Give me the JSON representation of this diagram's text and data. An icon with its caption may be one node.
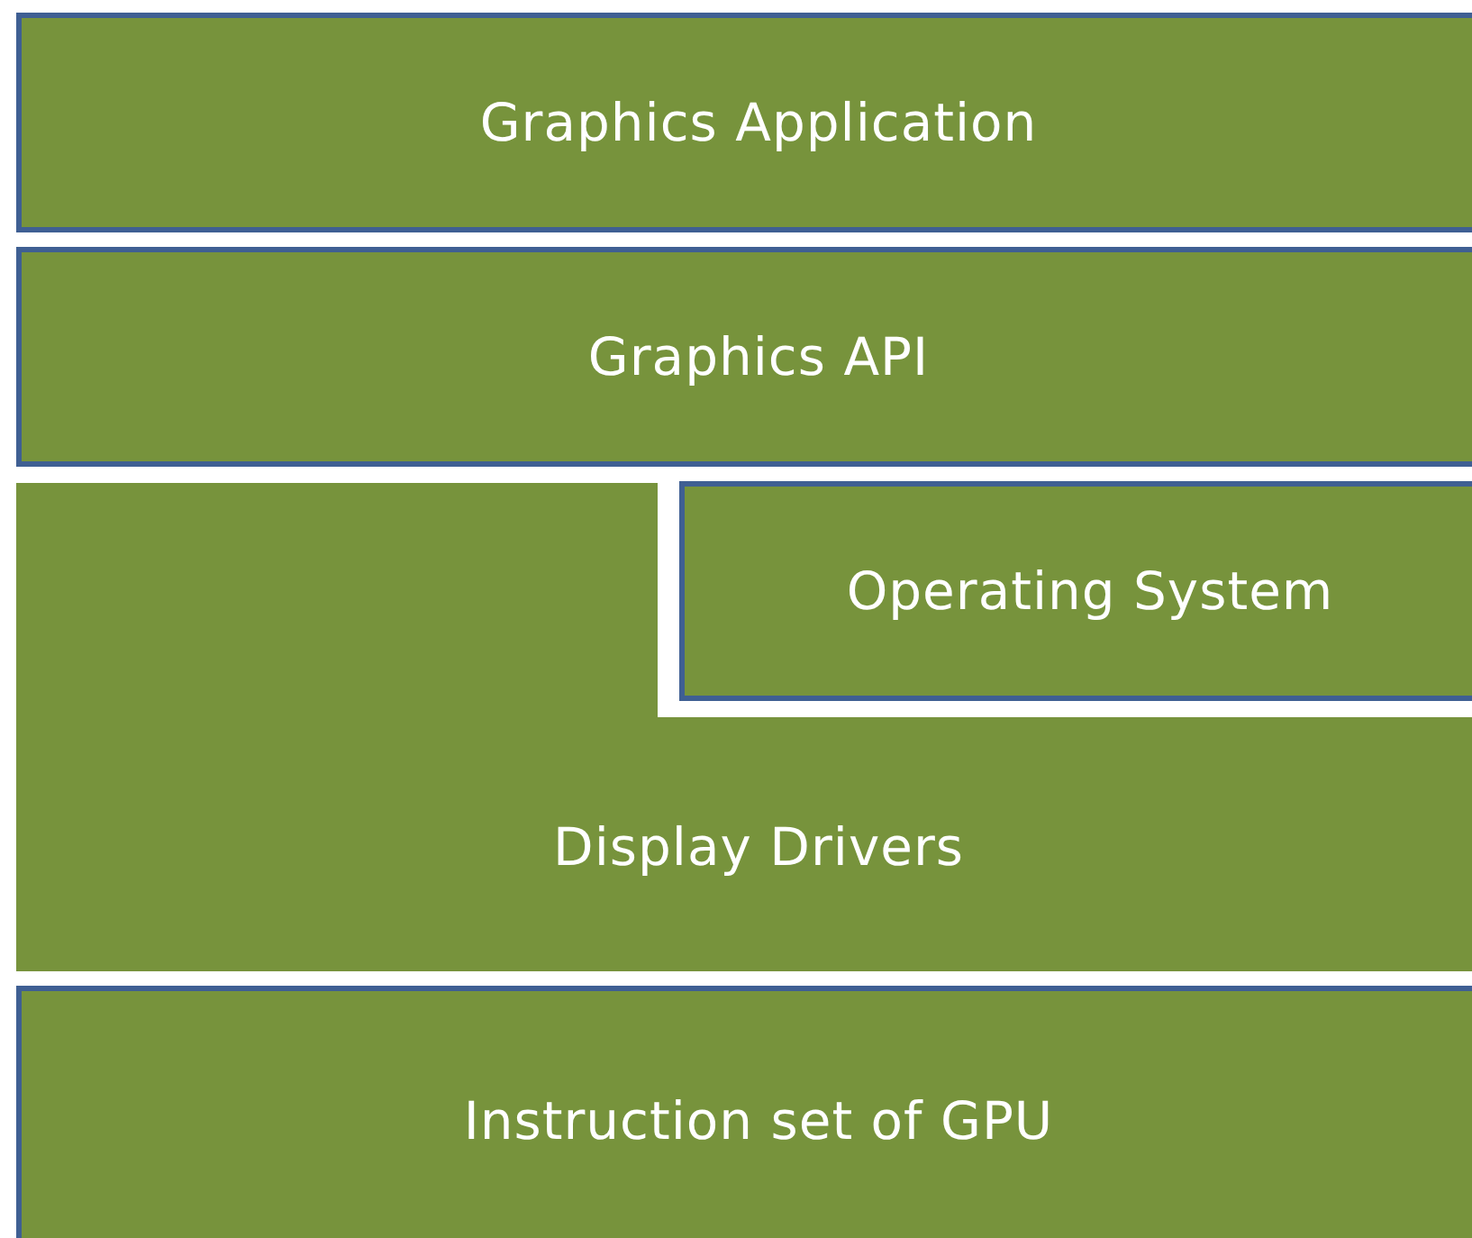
{
  "diagram": {
    "nodes": [
      {
        "text": [
          "Graphics Application"
        ]
      },
      {
        "text": [
          "Graphics API"
        ]
      },
      {
        "text": [
          "Display Drivers"
        ]
      },
      {
        "text": [
          "Operating System"
        ]
      },
      {
        "text": [
          "Instruction set of GPU"
        ]
      }
    ]
  }
}
